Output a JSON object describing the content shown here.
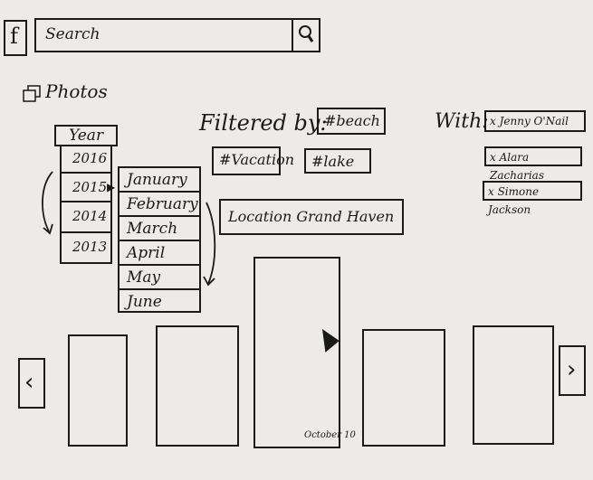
{
  "header": {
    "logo": "f",
    "search_placeholder": "Search",
    "search_icon": "magnifier-icon"
  },
  "photos": {
    "title": "Photos",
    "icon": "photos-icon"
  },
  "year_filter": {
    "header": "Year",
    "items": [
      "2016",
      "2015",
      "2014",
      "2013"
    ],
    "selected": "2015"
  },
  "month_filter": {
    "items": [
      "January",
      "February",
      "March",
      "April",
      "May",
      "June"
    ]
  },
  "filters": {
    "label": "Filtered by:",
    "tags": [
      "#beach",
      "#Vacation",
      "#lake"
    ],
    "location": "Location Grand Haven",
    "location_icon": "location-pin-icon"
  },
  "with": {
    "label": "With:",
    "people": [
      "x Jenny O'Nail",
      "x Alara Zacharias",
      "x Simone Jackson"
    ]
  },
  "gallery": {
    "prev_icon": "chevron-left-icon",
    "next_icon": "chevron-right-icon",
    "selected_caption": "October 10"
  }
}
